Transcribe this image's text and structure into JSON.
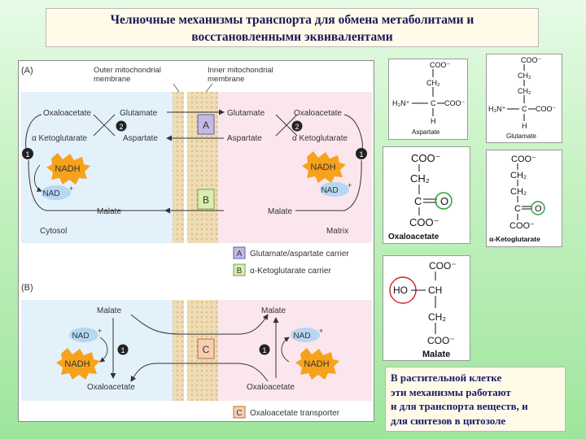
{
  "title": {
    "line1": "Челночные механизмы транспорта для обмена метаболитами и",
    "line2": "восстановленными эквивалентами"
  },
  "figure": {
    "panel_a_label": "(A)",
    "panel_b_label": "(B)",
    "outer_membrane_line1": "Outer mitochondrial",
    "outer_membrane_line2": "membrane",
    "inner_membrane_line1": "Inner mitochondrial",
    "inner_membrane_line2": "membrane",
    "cytosol_label": "Cytosol",
    "matrix_label": "Matrix",
    "a": {
      "oxaloacetate_left": "Oxaloacetate",
      "glutamate_left": "Glutamate",
      "ketoglutarate_left": "α Ketoglutarate",
      "aspartate_left": "Aspartate",
      "glutamate_right": "Glutamate",
      "oxaloacetate_right": "Oxaloacetate",
      "aspartate_right": "Aspartate",
      "ketoglutarate_right": "α Ketoglutarate",
      "nadh_left": "NADH",
      "nad_left": "NAD",
      "nadh_right": "NADH",
      "nad_right": "NAD",
      "malate_left": "Malate",
      "malate_right": "Malate",
      "carrier_a": "A",
      "carrier_b": "B",
      "step1": "1",
      "step2": "2",
      "plus": "+"
    },
    "legend": {
      "a_key": "A",
      "a_text": "Glutamate/aspartate carrier",
      "b_key": "B",
      "b_text": "α-Ketoglutarate carrier",
      "c_key": "C",
      "c_text": "Oxaloacetate transporter"
    },
    "b": {
      "malate_left": "Malate",
      "malate_right": "Malate",
      "nad_left": "NAD",
      "nad_right": "NAD",
      "nadh_left": "NADH",
      "nadh_right": "NADH",
      "oxaloacetate_left": "Oxaloacetate",
      "oxaloacetate_right": "Oxaloacetate",
      "carrier_c": "C",
      "step1": "1",
      "plus": "+"
    }
  },
  "structures": {
    "aspartate": {
      "coo_top": "COO⁻",
      "ch2": "CH₂",
      "h3n": "H₃N⁺",
      "c": "C",
      "coo_side": "COO⁻",
      "h": "H",
      "name": "Aspartate"
    },
    "glutamate": {
      "coo_top": "COO⁻",
      "ch2_a": "CH₂",
      "ch2_b": "CH₂",
      "h3n": "H₃N⁺",
      "c": "C",
      "coo_side": "COO⁻",
      "h": "H",
      "name": "Glutamate"
    },
    "oxaloacetate": {
      "coo_top": "COO⁻",
      "ch2": "CH₂",
      "c": "C",
      "o": "O",
      "coo_bottom": "COO⁻",
      "name": "Oxaloacetate"
    },
    "ketoglutarate": {
      "coo_top": "COO⁻",
      "ch2_a": "CH₂",
      "ch2_b": "CH₂",
      "c": "C",
      "o": "O",
      "coo_bottom": "COO⁻",
      "name": "α-Ketoglutarate"
    },
    "malate": {
      "coo_top": "COO⁻",
      "ho": "HO",
      "ch": "CH",
      "ch2": "CH₂",
      "coo_bottom": "COO⁻",
      "name": "Malate"
    }
  },
  "note": {
    "line1": "В растительной клетке",
    "line2": "эти механизмы работают",
    "line3": "и для транспорта веществ, и",
    "line4": "для синтезов в цитозоле"
  },
  "colors": {
    "cytosol": "#e3f1fb",
    "matrix": "#fbe6ee",
    "membrane": "#efdcb4",
    "nadh_star": "#f7a21b",
    "nad_oval": "#b7d7f2",
    "carrier_a": "#c3b8e6",
    "carrier_b": "#d9efb0",
    "carrier_c": "#f7cfb0",
    "highlight_circle_green": "#2e9e3e",
    "highlight_circle_red": "#d02020"
  }
}
